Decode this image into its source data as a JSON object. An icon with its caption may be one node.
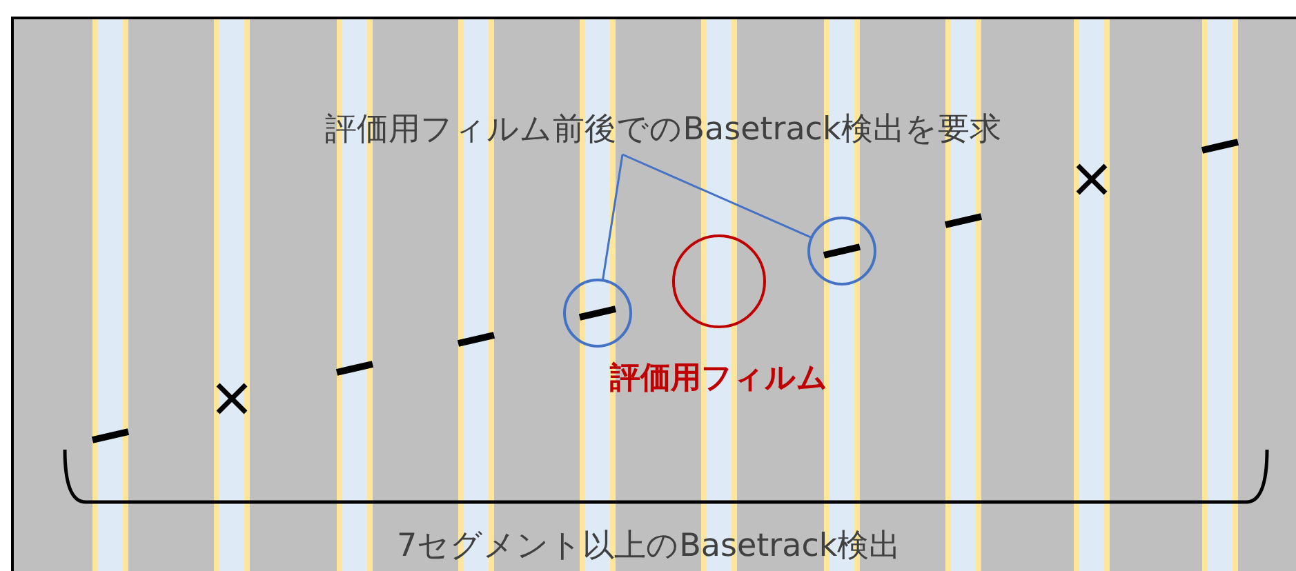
{
  "diagram": {
    "nodes": [
      {
        "text": [
          "評価用フィルム前後でのBasetrack検出を要求"
        ]
      },
      {
        "text": [],
        "shape": "circle"
      },
      {
        "text": [],
        "shape": "circle"
      },
      {
        "text": [
          "評価用フィルム"
        ]
      }
    ],
    "edges": [
      {
        "from": 0,
        "to": 1,
        "arrow": "none"
      },
      {
        "from": 0,
        "to": 2,
        "arrow": "none"
      }
    ],
    "labels": [
      "7セグメント以上のBasetrack検出"
    ]
  }
}
